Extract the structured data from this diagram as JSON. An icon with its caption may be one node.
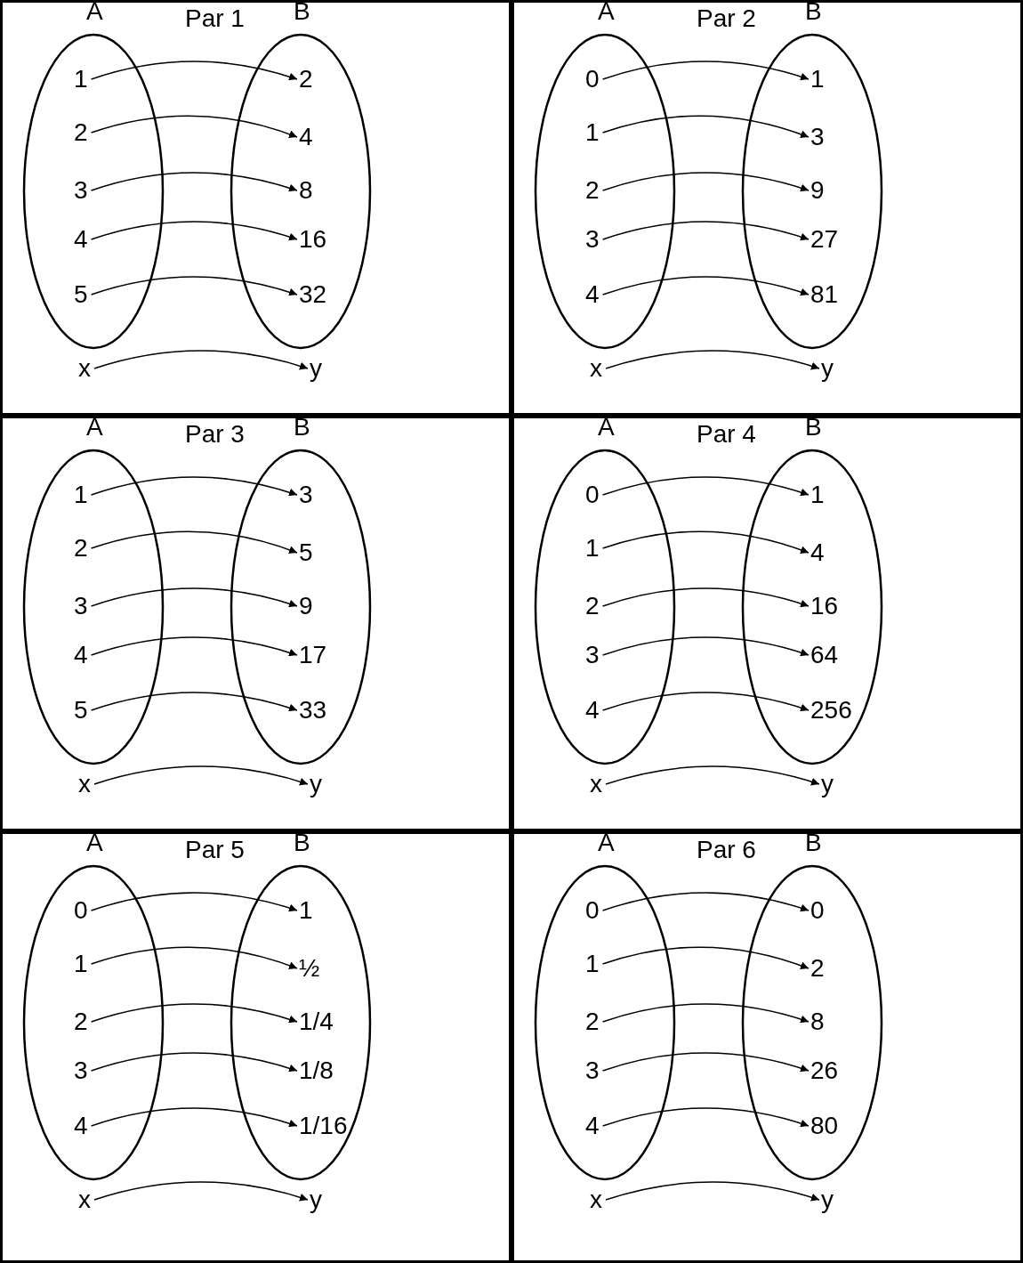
{
  "diagram": {
    "nodes": [
      {
        "text": [
          "Par 1"
        ]
      },
      {
        "text": [
          "A"
        ],
        "in": 0
      },
      {
        "text": [
          "1"
        ],
        "in": 1
      },
      {
        "text": [
          "2"
        ],
        "in": 1
      },
      {
        "text": [
          "3"
        ],
        "in": 1
      },
      {
        "text": [
          "4"
        ],
        "in": 1
      },
      {
        "text": [
          "5"
        ],
        "in": 1
      },
      {
        "text": [
          "B"
        ],
        "in": 0
      },
      {
        "text": [
          "2"
        ],
        "in": 7
      },
      {
        "text": [
          "4"
        ],
        "in": 7
      },
      {
        "text": [
          "8"
        ],
        "in": 7
      },
      {
        "text": [
          "16"
        ],
        "in": 7
      },
      {
        "text": [
          "32"
        ],
        "in": 7
      },
      {
        "text": [
          "x"
        ],
        "in": 0
      },
      {
        "text": [
          "y"
        ],
        "in": 0
      },
      {
        "text": [
          "Par 2"
        ]
      },
      {
        "text": [
          "A"
        ],
        "in": 15
      },
      {
        "text": [
          "0"
        ],
        "in": 16
      },
      {
        "text": [
          "1"
        ],
        "in": 16
      },
      {
        "text": [
          "2"
        ],
        "in": 16
      },
      {
        "text": [
          "3"
        ],
        "in": 16
      },
      {
        "text": [
          "4"
        ],
        "in": 16
      },
      {
        "text": [
          "B"
        ],
        "in": 15
      },
      {
        "text": [
          "1"
        ],
        "in": 22
      },
      {
        "text": [
          "3"
        ],
        "in": 22
      },
      {
        "text": [
          "9"
        ],
        "in": 22
      },
      {
        "text": [
          "27"
        ],
        "in": 22
      },
      {
        "text": [
          "81"
        ],
        "in": 22
      },
      {
        "text": [
          "x"
        ],
        "in": 15
      },
      {
        "text": [
          "y"
        ],
        "in": 15
      },
      {
        "text": [
          "Par 3"
        ]
      },
      {
        "text": [
          "A"
        ],
        "in": 30
      },
      {
        "text": [
          "1"
        ],
        "in": 31
      },
      {
        "text": [
          "2"
        ],
        "in": 31
      },
      {
        "text": [
          "3"
        ],
        "in": 31
      },
      {
        "text": [
          "4"
        ],
        "in": 31
      },
      {
        "text": [
          "5"
        ],
        "in": 31
      },
      {
        "text": [
          "B"
        ],
        "in": 30
      },
      {
        "text": [
          "3"
        ],
        "in": 37
      },
      {
        "text": [
          "5"
        ],
        "in": 37
      },
      {
        "text": [
          "9"
        ],
        "in": 37
      },
      {
        "text": [
          "17"
        ],
        "in": 37
      },
      {
        "text": [
          "33"
        ],
        "in": 37
      },
      {
        "text": [
          "x"
        ],
        "in": 30
      },
      {
        "text": [
          "y"
        ],
        "in": 30
      },
      {
        "text": [
          "Par 4"
        ]
      },
      {
        "text": [
          "A"
        ],
        "in": 45
      },
      {
        "text": [
          "0"
        ],
        "in": 46
      },
      {
        "text": [
          "1"
        ],
        "in": 46
      },
      {
        "text": [
          "2"
        ],
        "in": 46
      },
      {
        "text": [
          "3"
        ],
        "in": 46
      },
      {
        "text": [
          "4"
        ],
        "in": 46
      },
      {
        "text": [
          "B"
        ],
        "in": 45
      },
      {
        "text": [
          "1"
        ],
        "in": 52
      },
      {
        "text": [
          "4"
        ],
        "in": 52
      },
      {
        "text": [
          "16"
        ],
        "in": 52
      },
      {
        "text": [
          "64"
        ],
        "in": 52
      },
      {
        "text": [
          "256"
        ],
        "in": 52
      },
      {
        "text": [
          "x"
        ],
        "in": 45
      },
      {
        "text": [
          "y"
        ],
        "in": 45
      },
      {
        "text": [
          "Par 5"
        ]
      },
      {
        "text": [
          "A"
        ],
        "in": 60
      },
      {
        "text": [
          "0"
        ],
        "in": 61
      },
      {
        "text": [
          "1"
        ],
        "in": 61
      },
      {
        "text": [
          "2"
        ],
        "in": 61
      },
      {
        "text": [
          "3"
        ],
        "in": 61
      },
      {
        "text": [
          "4"
        ],
        "in": 61
      },
      {
        "text": [
          "B"
        ],
        "in": 60
      },
      {
        "text": [
          "1"
        ],
        "in": 67
      },
      {
        "text": [
          "½"
        ],
        "in": 67
      },
      {
        "text": [
          "1/4"
        ],
        "in": 67
      },
      {
        "text": [
          "1/8"
        ],
        "in": 67
      },
      {
        "text": [
          "1/16"
        ],
        "in": 67
      },
      {
        "text": [
          "x"
        ],
        "in": 60
      },
      {
        "text": [
          "y"
        ],
        "in": 60
      },
      {
        "text": [
          "Par 6"
        ]
      },
      {
        "text": [
          "A"
        ],
        "in": 75
      },
      {
        "text": [
          "0"
        ],
        "in": 76
      },
      {
        "text": [
          "1"
        ],
        "in": 76
      },
      {
        "text": [
          "2"
        ],
        "in": 76
      },
      {
        "text": [
          "3"
        ],
        "in": 76
      },
      {
        "text": [
          "4"
        ],
        "in": 76
      },
      {
        "text": [
          "B"
        ],
        "in": 75
      },
      {
        "text": [
          "0"
        ],
        "in": 82
      },
      {
        "text": [
          "2"
        ],
        "in": 82
      },
      {
        "text": [
          "8"
        ],
        "in": 82
      },
      {
        "text": [
          "26"
        ],
        "in": 82
      },
      {
        "text": [
          "80"
        ],
        "in": 82
      },
      {
        "text": [
          "x"
        ],
        "in": 75
      },
      {
        "text": [
          "y"
        ],
        "in": 75
      }
    ],
    "edges": [
      {
        "from": 2,
        "to": 8,
        "arrow": "to"
      },
      {
        "from": 3,
        "to": 9,
        "arrow": "to"
      },
      {
        "from": 4,
        "to": 10,
        "arrow": "to"
      },
      {
        "from": 5,
        "to": 11,
        "arrow": "to"
      },
      {
        "from": 6,
        "to": 12,
        "arrow": "to"
      },
      {
        "from": 13,
        "to": 14,
        "arrow": "to"
      },
      {
        "from": 17,
        "to": 23,
        "arrow": "to"
      },
      {
        "from": 18,
        "to": 24,
        "arrow": "to"
      },
      {
        "from": 19,
        "to": 25,
        "arrow": "to"
      },
      {
        "from": 20,
        "to": 26,
        "arrow": "to"
      },
      {
        "from": 21,
        "to": 27,
        "arrow": "to"
      },
      {
        "from": 28,
        "to": 29,
        "arrow": "to"
      },
      {
        "from": 32,
        "to": 38,
        "arrow": "to"
      },
      {
        "from": 33,
        "to": 39,
        "arrow": "to"
      },
      {
        "from": 34,
        "to": 40,
        "arrow": "to"
      },
      {
        "from": 35,
        "to": 41,
        "arrow": "to"
      },
      {
        "from": 36,
        "to": 42,
        "arrow": "to"
      },
      {
        "from": 43,
        "to": 44,
        "arrow": "to"
      },
      {
        "from": 47,
        "to": 53,
        "arrow": "to"
      },
      {
        "from": 48,
        "to": 54,
        "arrow": "to"
      },
      {
        "from": 49,
        "to": 55,
        "arrow": "to"
      },
      {
        "from": 50,
        "to": 56,
        "arrow": "to"
      },
      {
        "from": 51,
        "to": 57,
        "arrow": "to"
      },
      {
        "from": 58,
        "to": 59,
        "arrow": "to"
      },
      {
        "from": 62,
        "to": 68,
        "arrow": "to"
      },
      {
        "from": 63,
        "to": 69,
        "arrow": "to"
      },
      {
        "from": 64,
        "to": 70,
        "arrow": "to"
      },
      {
        "from": 65,
        "to": 71,
        "arrow": "to"
      },
      {
        "from": 66,
        "to": 72,
        "arrow": "to"
      },
      {
        "from": 73,
        "to": 74,
        "arrow": "to"
      },
      {
        "from": 77,
        "to": 83,
        "arrow": "to"
      },
      {
        "from": 78,
        "to": 84,
        "arrow": "to"
      },
      {
        "from": 79,
        "to": 85,
        "arrow": "to"
      },
      {
        "from": 80,
        "to": 86,
        "arrow": "to"
      },
      {
        "from": 81,
        "to": 87,
        "arrow": "to"
      },
      {
        "from": 88,
        "to": 89,
        "arrow": "to"
      }
    ]
  }
}
